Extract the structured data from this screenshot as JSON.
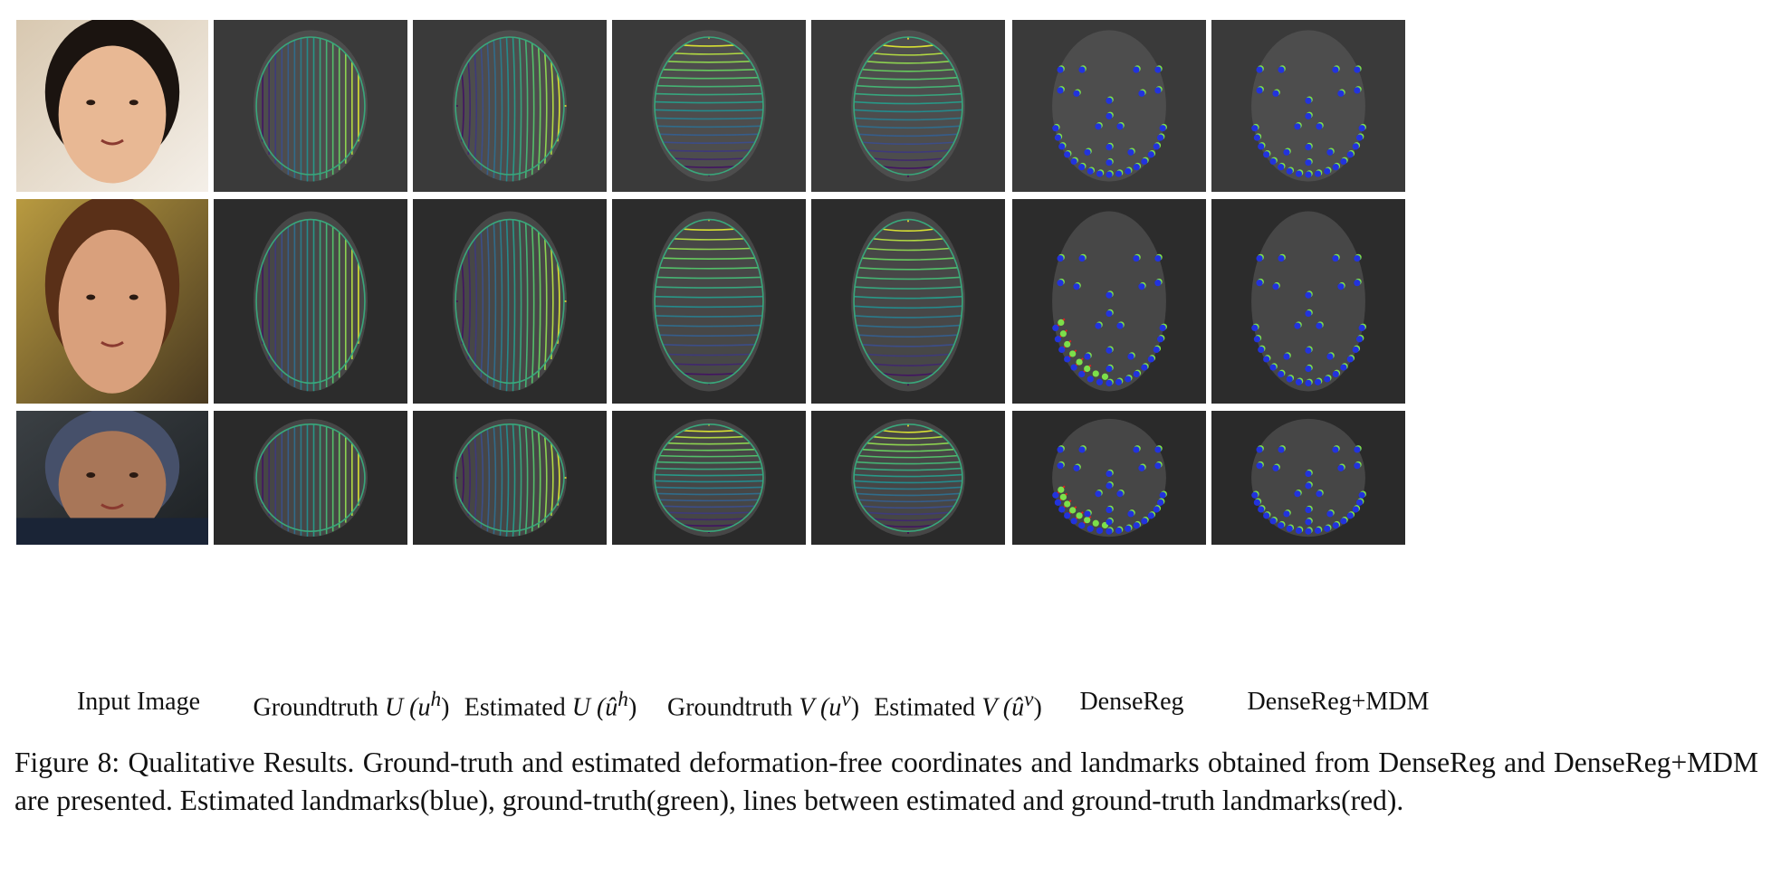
{
  "figure": {
    "columns": [
      {
        "id": "input",
        "label": "Input Image"
      },
      {
        "id": "gt-u",
        "label_text": "Groundtruth",
        "label_math": "U (u",
        "label_sup": "h",
        "label_close": ")"
      },
      {
        "id": "est-u",
        "label_text": "Estimated",
        "label_math": "U (û",
        "label_sup": "h",
        "label_close": ")"
      },
      {
        "id": "gt-v",
        "label_text": "Groundtruth",
        "label_math": "V (u",
        "label_sup": "v",
        "label_close": ")"
      },
      {
        "id": "est-v",
        "label_text": "Estimated",
        "label_math": "V (û",
        "label_sup": "v",
        "label_close": ")"
      },
      {
        "id": "densereg",
        "label": "DenseReg"
      },
      {
        "id": "densereg-mdm",
        "label": "DenseReg+MDM"
      }
    ],
    "caption_label": "Figure 8:",
    "caption_text": "Qualitative Results.  Ground-truth and estimated deformation-free coordinates and landmarks obtained from DenseReg and DenseReg+MDM are presented.  Estimated landmarks(blue), ground-truth(green), lines between estimated and ground-truth landmarks(red).",
    "colors": {
      "estimated_landmark": "#2233dd",
      "groundtruth_landmark": "#7ce04a",
      "error_line": "#e02020"
    }
  }
}
